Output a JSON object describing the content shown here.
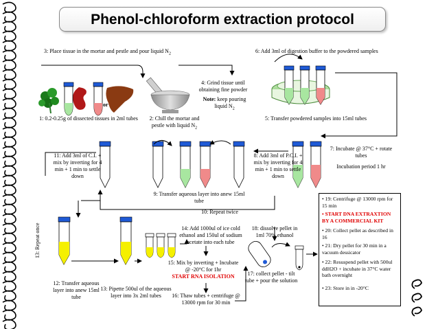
{
  "title": "Phenol-chloroform extraction protocol",
  "steps": {
    "s1": "1: 0.2-0.25g of dissected tissues in 2ml tubes",
    "or": "or",
    "s2": "2: Chill the mortar and pestle with liquid N",
    "s2sub": "2",
    "s3": "3: Place tissue in the mortar and pestle and pour liquid  N",
    "s3sub": "2",
    "s4a": "4: Grind tissue until obtaining fine powder",
    "s4note": "Note:",
    "s4b": " keep pouring liquid N",
    "s4sub": "2",
    "s5": "5: Transfer powdered samples into 15ml tubes",
    "s6": "6: Add 3ml of digestion buffer to the powdered samples",
    "s7a": "7: Incubate @ 37°C + rotate tubes",
    "s7b": "Incubation period 1 hr",
    "s8": "8: Add 3ml of P.C.I. + mix by inverting for 4 min + 1 min to settle down",
    "s9": "9: Transfer aqueous layer into anew 15ml tube",
    "s10": "10: Repeat twice",
    "s11": "11: Add 3ml of C.I. + mix by inverting for 4 min + 1 min to settle down",
    "s12": "12: Transfer aqueous layer into anew 15ml tube",
    "s13v": "13: Repeat once",
    "s13": "13: Pipette 500ul of the aqueous layer into 3x 2ml tubes",
    "s14": "14: Add 1000ul of ice cold ethanol and 150ul of sodium acetate into each tube",
    "s15": "15: Mix by inverting + Incubate @ -20°C for 1hr",
    "s15red": "START RNA ISOLATION",
    "s16": "16: Thaw tubes + centrifuge @ 13000 rpm for 30 min",
    "s17": "17: collect pellet - tilt tube + pour the solution",
    "s18": "18: dissolve pellet in 1ml 70% ethanol"
  },
  "side_box": {
    "i19": "• 19: Centrifuge @ 13000 rpm for 15 min",
    "i_red": "• START DNA EXTRAXTION BY A COMMERCIAL KIT",
    "i20": "• 20: Collect pellet as described in 16",
    "i21": "• 21: Dry pellet for 30 min in a vacuum dessicator",
    "i22": "• 22: Resuspend pellet with 500ul ddH2O + incubate in 37°C water bath overnight",
    "i23": "• 23: Store in in -20°C"
  },
  "colors": {
    "red": "#e00000",
    "green_tube": "#a8e6a0",
    "pink_tube": "#f08a8a",
    "yellow_tube": "#f5f000",
    "blue_cap": "#1f5ad6",
    "dish_green": "#9ed88a"
  }
}
